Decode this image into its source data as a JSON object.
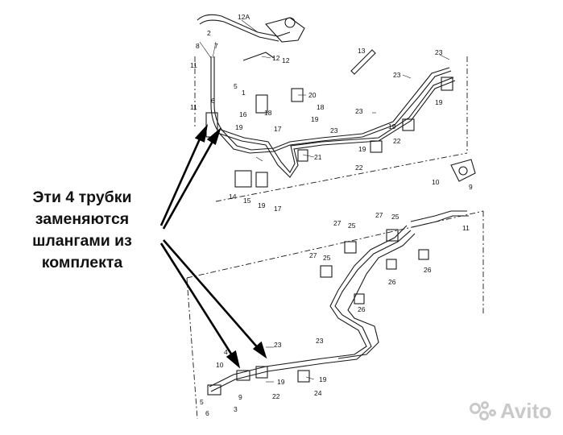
{
  "caption": {
    "lines": [
      "Эти 4 трубки",
      "заменяются",
      "шлангами из",
      "комплекта"
    ]
  },
  "watermark": {
    "text": "Avito"
  },
  "part_labels": {
    "p12A": "12A",
    "p2": "2",
    "p8": "8",
    "p7": "7",
    "p12a": "12",
    "p12b": "12",
    "p11a": "11",
    "p11b": "11",
    "p5a": "5",
    "p1": "1",
    "p6": "6",
    "p13": "13",
    "p23a": "23",
    "p23b": "23",
    "p23c": "23",
    "p23d": "23",
    "p20": "20",
    "p18a": "18",
    "p18b": "18",
    "p16": "16",
    "p19a": "19",
    "p19b": "19",
    "p19c": "19",
    "p19d": "19",
    "p19e": "19",
    "p17a": "17",
    "p17b": "17",
    "p21": "21",
    "p22a": "22",
    "p22b": "22",
    "p14": "14",
    "p15": "15",
    "p10a": "10",
    "p9": "9",
    "p11c": "11",
    "p27a": "27",
    "p25a": "25",
    "p27b": "27",
    "p25b": "25",
    "p27c": "27",
    "p25c": "25",
    "p26a": "26",
    "p26b": "26",
    "p26c": "26",
    "p4": "4",
    "p10b": "10",
    "p23e": "23",
    "p23f": "23",
    "p19f": "19",
    "p19g": "19",
    "p22c": "22",
    "p24": "24",
    "p5b": "5",
    "p6b": "6",
    "p9b": "9",
    "p3": "3"
  },
  "colors": {
    "line": "#1a1a1a",
    "arrow": "#000000",
    "background": "#ffffff"
  }
}
